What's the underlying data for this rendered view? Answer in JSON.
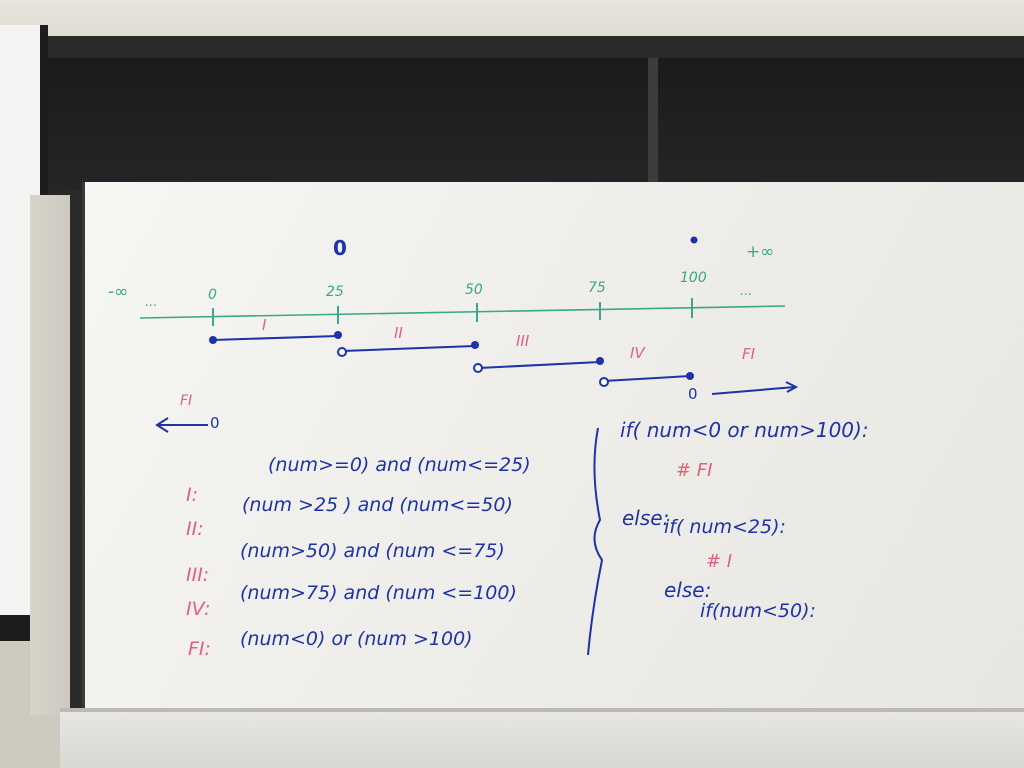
{
  "number_line": {
    "neg_inf": "-∞",
    "pos_inf": "+∞",
    "left_dots": "...",
    "right_dots": "...",
    "ticks": [
      "0",
      "25",
      "50",
      "75",
      "100"
    ],
    "marker_0": "0",
    "segment_labels": [
      "I",
      "II",
      "III",
      "IV",
      "FI"
    ],
    "left_label": "FI",
    "left_arrow_tail": "0",
    "right_arrow_tail": "0"
  },
  "conditions": [
    {
      "label": "I:",
      "text": "(num>=0) and (num<=25)"
    },
    {
      "label": "II:",
      "text": "(num >25 ) and (num<=50)"
    },
    {
      "label": "III:",
      "text": "(num>50) and (num <=75)"
    },
    {
      "label": "IV:",
      "text": "(num>75) and (num <=100)"
    },
    {
      "label": "FI:",
      "text": "(num<0) or (num >100)"
    }
  ],
  "code": {
    "line1": "if( num<0 or num>100):",
    "line2": "# FI",
    "line3": "else:",
    "line4": "if( num<25):",
    "line5": "# I",
    "line6": "else:",
    "line7": "if(num<50):"
  },
  "colors": {
    "blue_marker": "#1d33a6",
    "red_marker": "#e4607a",
    "green_marker": "#3aa889"
  }
}
